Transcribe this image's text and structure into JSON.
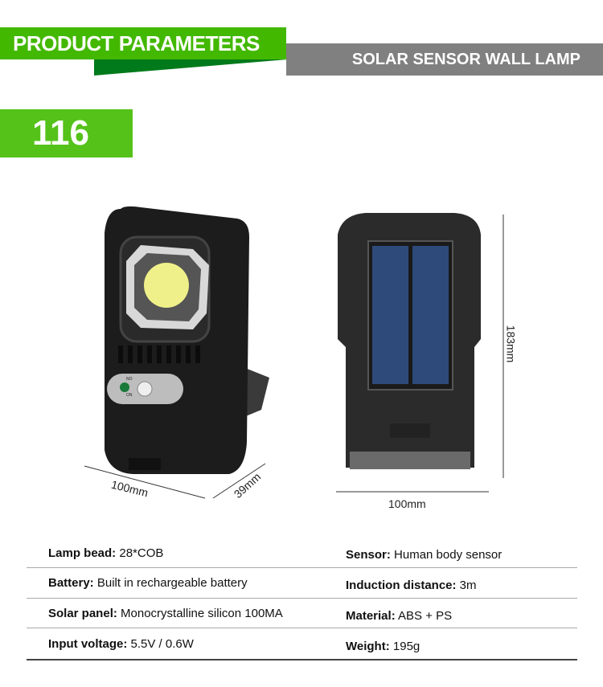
{
  "header": {
    "title": "PRODUCT PARAMETERS",
    "subtitle": "SOLAR SENSOR WALL LAMP"
  },
  "model": "116",
  "dimensions": {
    "width_front": "100mm",
    "depth": "39mm",
    "width_back": "100mm",
    "height": "183mm"
  },
  "switch_labels": {
    "off": "NO",
    "on": "ON"
  },
  "specs": [
    {
      "label": "Lamp bead:",
      "value": " 28*COB"
    },
    {
      "label": "Sensor:",
      "value": " Human body sensor"
    },
    {
      "label": "Battery:",
      "value": " Built in rechargeable battery"
    },
    {
      "label": "Induction distance:",
      "value": " 3m"
    },
    {
      "label": "Solar panel:",
      "value": " Monocrystalline silicon 100MA"
    },
    {
      "label": "Material:",
      "value": " ABS + PS"
    },
    {
      "label": "Input voltage:",
      "value": " 5.5V / 0.6W"
    },
    {
      "label": "Weight:",
      "value": " 195g"
    }
  ],
  "colors": {
    "green": "#43b800",
    "grey": "#808080",
    "dark_green": "#007a1a"
  }
}
